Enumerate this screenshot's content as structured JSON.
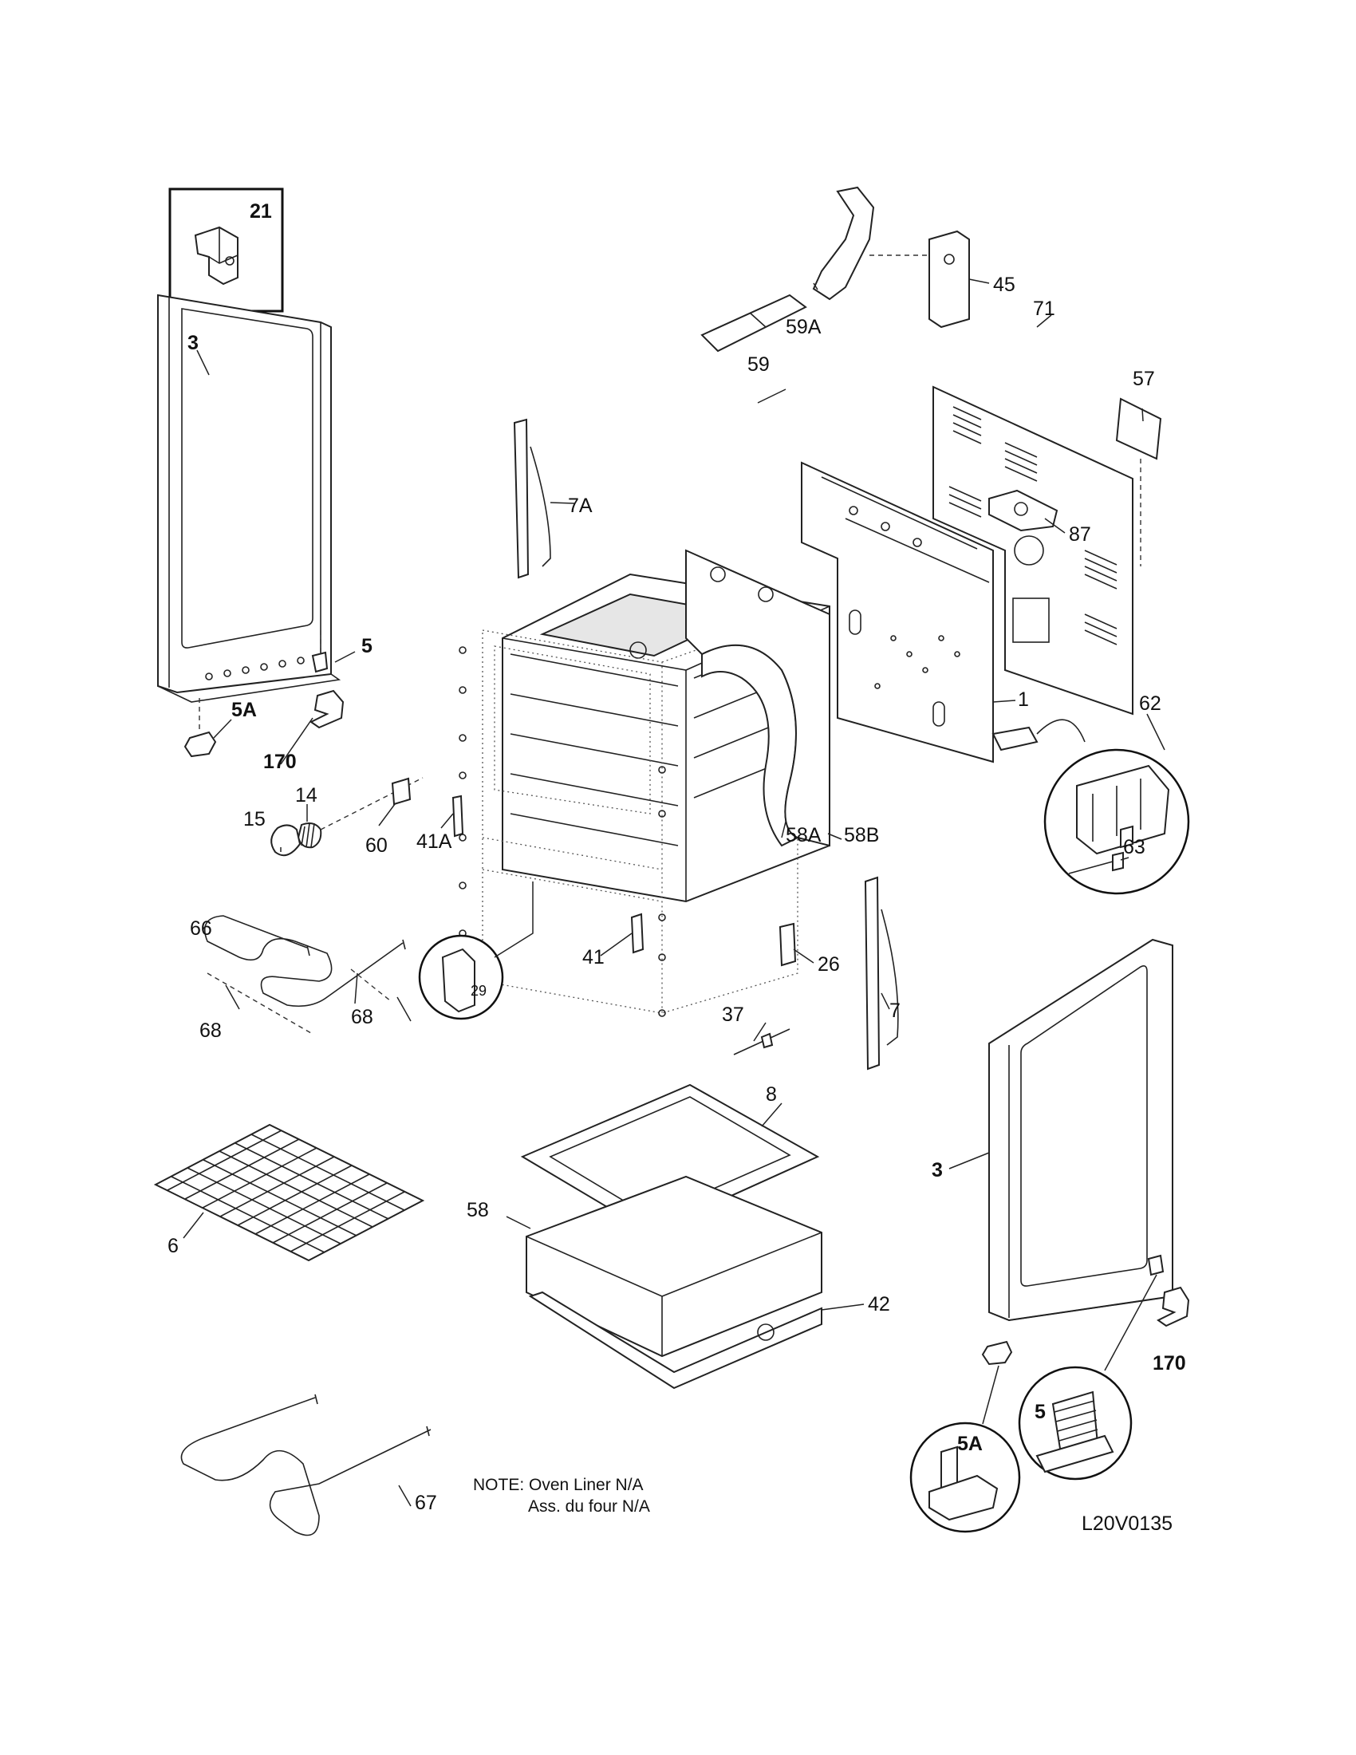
{
  "callouts": {
    "c21": "21",
    "c3_left": "3",
    "c5_left": "5",
    "c5a_left": "5A",
    "c170_left": "170",
    "c14": "14",
    "c15": "15",
    "c60": "60",
    "c41a": "41A",
    "c66": "66",
    "c68_left": "68",
    "c68_right": "68",
    "c29": "29",
    "c41": "41",
    "c26": "26",
    "c7": "7",
    "c37": "37",
    "c7a": "7A",
    "c59": "59",
    "c59a": "59A",
    "c45": "45",
    "c57": "57",
    "c71": "71",
    "c87": "87",
    "c1": "1",
    "c62": "62",
    "c63": "63",
    "c58a": "58A",
    "c58b": "58B",
    "c8": "8",
    "c58": "58",
    "c42": "42",
    "c6": "6",
    "c3_right": "3",
    "c170_right": "170",
    "c5_right": "5",
    "c5a_right": "5A",
    "c67": "67"
  },
  "note": {
    "line1": "NOTE: Oven Liner N/A",
    "line2": "Ass. du four N/A"
  },
  "diagram_code": "L20V0135"
}
